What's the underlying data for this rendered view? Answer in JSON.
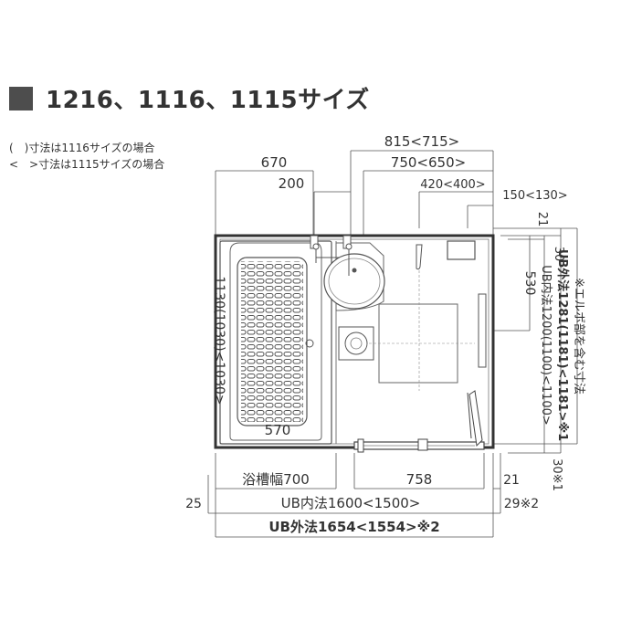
{
  "title": "1216、1116、1115サイズ",
  "notes": {
    "paren": "(　)寸法は1116サイズの場合",
    "angle": "<　>寸法は1115サイズの場合"
  },
  "dims": {
    "top_815": "815<715>",
    "top_670": "670",
    "top_750": "750<650>",
    "top_200": "200",
    "top_420": "420<400>",
    "top_150": "150<130>",
    "right_21": "21",
    "right_30": "30",
    "right_530": "530",
    "right_inner": "UB内法1200(1100)<1100>",
    "right_outer": "UB外法1281(1181)<1181>※1",
    "right_note": "※エルボ部を含む寸法",
    "left_1130": "1130(1030)<1030>",
    "inside_570": "570",
    "bottom_700": "浴槽幅700",
    "bottom_758": "758",
    "bottom_21": "21",
    "bottom_30": "30※1",
    "bottom_25": "25",
    "bottom_inner": "UB内法1600<1500>",
    "bottom_29": "29※2",
    "bottom_outer": "UB外法1654<1554>※2"
  }
}
